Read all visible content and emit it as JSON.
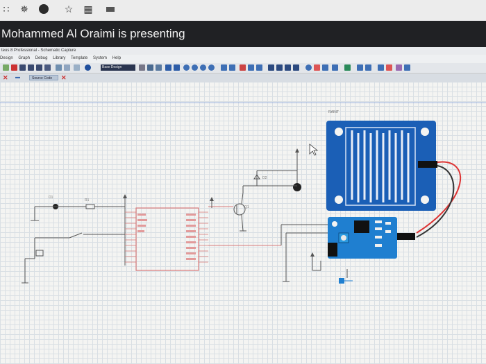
{
  "presenter_banner": {
    "text": "Mohammed Al Oraimi is presenting"
  },
  "app": {
    "title": "teus 8 Professional - Schematic Capture",
    "menu": [
      "Design",
      "Graph",
      "Debug",
      "Library",
      "Template",
      "System",
      "Help"
    ],
    "design_combo": "Base Design",
    "tab_label": "Source Code"
  },
  "schematic": {
    "sensor_label": "RAINT",
    "parts": {
      "q1": "Q1",
      "d1": "D1",
      "r1": "R1",
      "d2": "D2"
    }
  },
  "colors": {
    "banner_bg": "#202124",
    "sensor_blue": "#1b5fb6",
    "schematic_red": "#d87a7a"
  }
}
